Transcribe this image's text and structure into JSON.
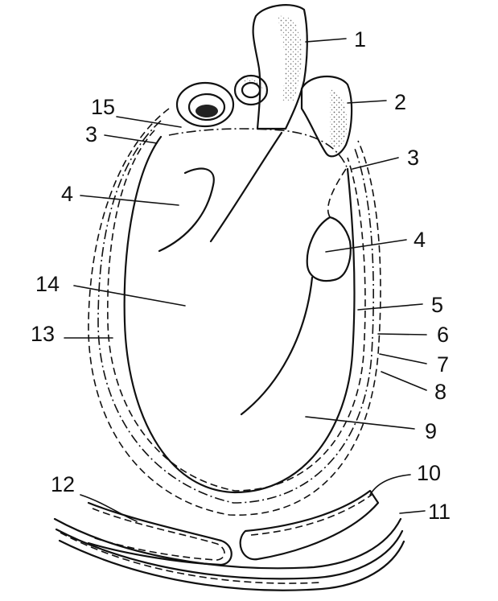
{
  "labels": {
    "l1": "1",
    "l2": "2",
    "l3a": "3",
    "l3b": "3",
    "l4a": "4",
    "l4b": "4",
    "l5": "5",
    "l6": "6",
    "l7": "7",
    "l8": "8",
    "l9": "9",
    "l10": "10",
    "l11": "11",
    "l12": "12",
    "l13": "13",
    "l14": "14",
    "l15": "15"
  }
}
